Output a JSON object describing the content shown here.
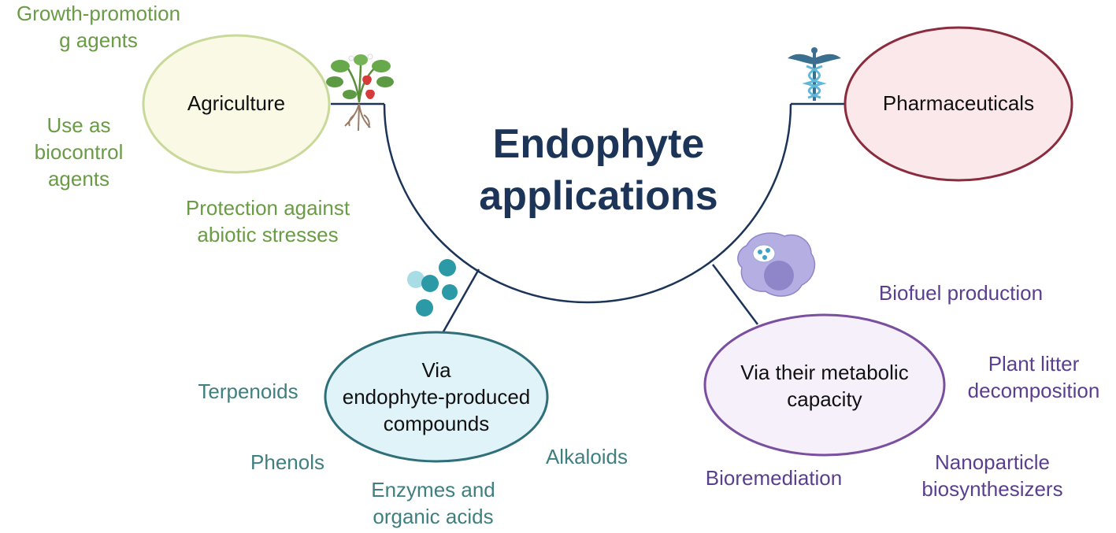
{
  "title": {
    "line1": "Endophyte",
    "line2": "applications"
  },
  "nodes": {
    "agriculture": "Agriculture",
    "pharmaceuticals": "Pharmaceuticals",
    "compounds": {
      "line1": "Via",
      "line2": "endophyte-produced",
      "line3": "compounds"
    },
    "metabolic": {
      "line1": "Via their metabolic",
      "line2": "capacity"
    }
  },
  "agriculture_items": {
    "growth": {
      "line1": "Growth-promotion",
      "line2": "g agents"
    },
    "biocontrol": {
      "line1": "Use as",
      "line2": "biocontrol",
      "line3": "agents"
    },
    "protection": {
      "line1": "Protection against",
      "line2": "abiotic stresses"
    }
  },
  "compound_items": {
    "terpenoids": "Terpenoids",
    "phenols": "Phenols",
    "enzymes": {
      "line1": "Enzymes and",
      "line2": "organic acids"
    },
    "alkaloids": "Alkaloids"
  },
  "metabolic_items": {
    "biofuel": "Biofuel production",
    "litter": {
      "line1": "Plant litter",
      "line2": "decomposition"
    },
    "nano": {
      "line1": "Nanoparticle",
      "line2": "biosynthesizers"
    },
    "bioremediation": "Bioremediation"
  },
  "icons": [
    "plant-icon",
    "caduceus-icon",
    "molecules-icon",
    "cell-icon"
  ],
  "colors": {
    "title": "#1b3457",
    "agriculture_fill": "#f9f9e6",
    "agriculture_stroke": "#c9d99a",
    "pharma_fill": "#fbe8ea",
    "pharma_stroke": "#8b2c3e",
    "compounds_fill": "#dff3f8",
    "compounds_stroke": "#2e6f7a",
    "metabolic_fill": "#f6f0fa",
    "metabolic_stroke": "#7a4fa0",
    "green_text": "#6a9b45",
    "teal_text": "#3f7f7f",
    "purple_text": "#5b3f8f"
  }
}
